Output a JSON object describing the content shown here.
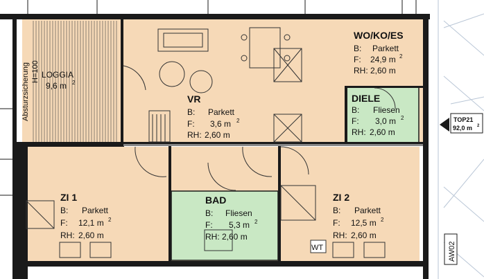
{
  "colors": {
    "room_fill": "#f6d9b7",
    "wet_fill": "#c9e8c4",
    "wall": "#1a1a1a",
    "background": "#ffffff",
    "terrace_line": "#b9c6d6"
  },
  "rooms": {
    "wokoes": {
      "name": "WO/KO/ES",
      "floor_label": "B:",
      "floor": "Parkett",
      "area_label": "F:",
      "area": "24,9 m",
      "sup": "2",
      "height_label": "RH:",
      "height": "2,60 m"
    },
    "loggia": {
      "name": "LOGGIA",
      "area": "9,6 m",
      "sup": "2"
    },
    "vr": {
      "name": "VR",
      "floor_label": "B:",
      "floor": "Parkett",
      "area_label": "F:",
      "area": "3,6 m",
      "sup": "2",
      "height_label": "RH:",
      "height": "2,60 m"
    },
    "diele": {
      "name": "DIELE",
      "floor_label": "B:",
      "floor": "Fliesen",
      "area_label": "F:",
      "area": "3,0 m",
      "sup": "2",
      "height_label": "RH:",
      "height": "2,60 m"
    },
    "zi1": {
      "name": "ZI 1",
      "floor_label": "B:",
      "floor": "Parkett",
      "area_label": "F:",
      "area": "12,1 m",
      "sup": "2",
      "height_label": "RH:",
      "height": "2,60 m"
    },
    "bad": {
      "name": "BAD",
      "floor_label": "B:",
      "floor": "Fliesen",
      "area_label": "F:",
      "area": "5,3 m",
      "sup": "2",
      "height_label": "RH:",
      "height": "2,60 m"
    },
    "zi2": {
      "name": "ZI 2",
      "floor_label": "B:",
      "floor": "Parkett",
      "area_label": "F:",
      "area": "12,5 m",
      "sup": "2",
      "height_label": "RH:",
      "height": "2,60 m"
    }
  },
  "annotations": {
    "absturz": "Absturzsicherung",
    "absturz_h": "H=100",
    "top_name": "TOP21",
    "top_area": "92,0 m",
    "top_sup": "2",
    "wt": "WT",
    "aw": "AW02"
  }
}
